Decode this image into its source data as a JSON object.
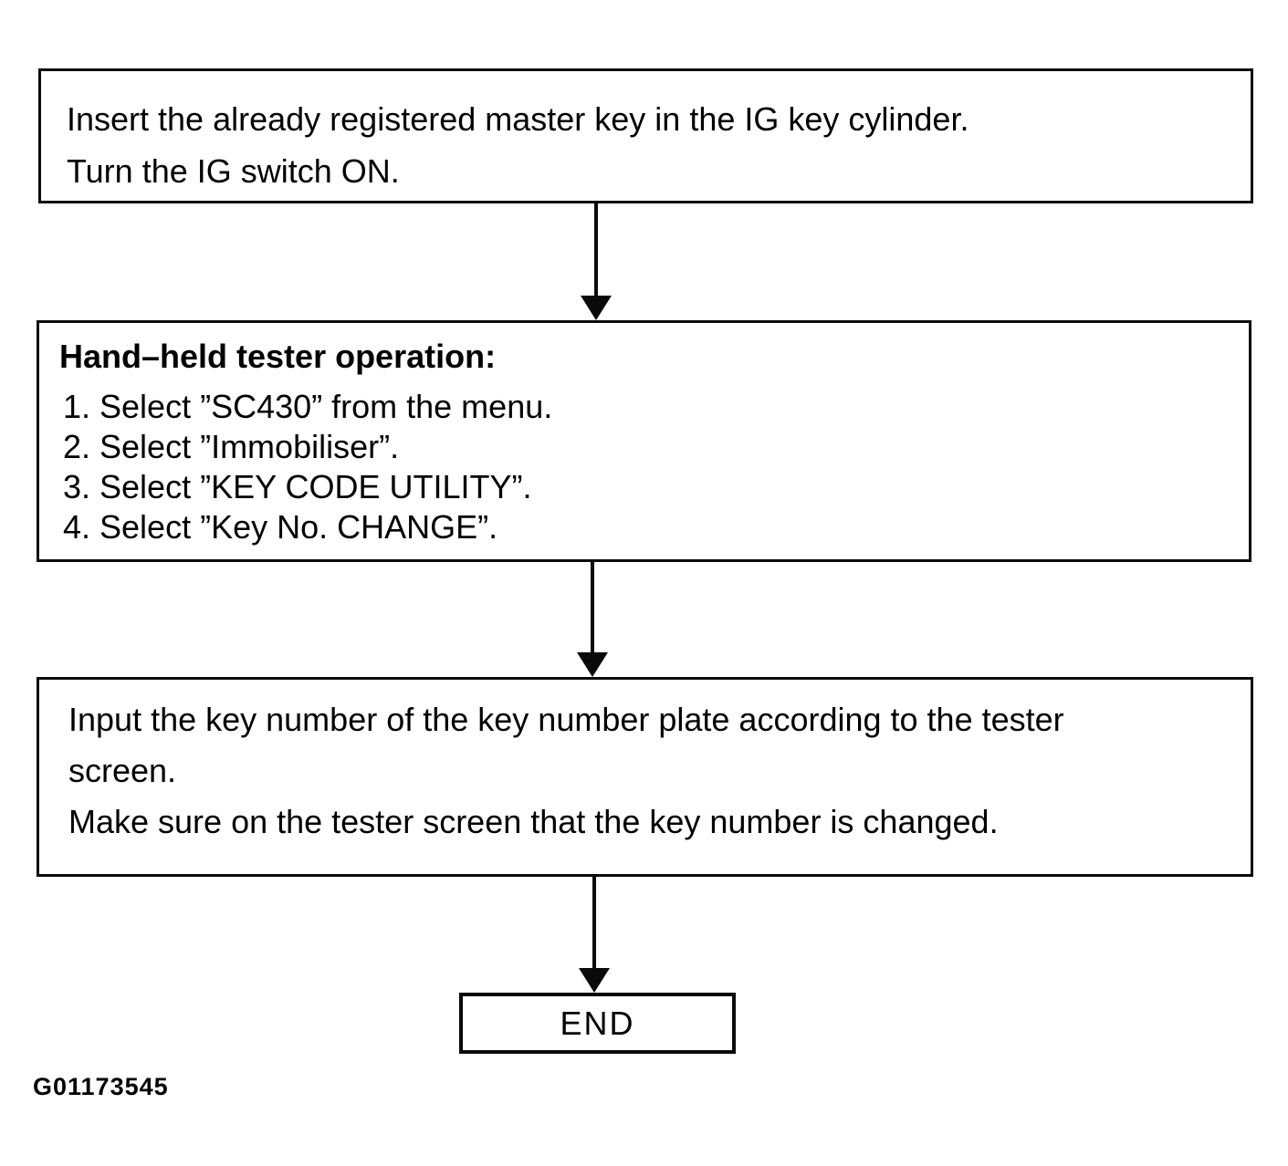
{
  "flow": {
    "step1": {
      "lines": [
        "Insert the already registered master key in the IG key cylinder.",
        "Turn the IG switch ON."
      ]
    },
    "step2": {
      "heading": "Hand–held tester operation:",
      "items": [
        "1. Select ”SC430” from the menu.",
        "2. Select ”Immobiliser”.",
        "3. Select ”KEY CODE UTILITY”.",
        "4. Select ”Key No. CHANGE”."
      ]
    },
    "step3": {
      "lines": [
        "Input the key number of the key number plate according to the tester",
        "screen.",
        "Make sure on the tester screen that the key number is changed."
      ]
    },
    "end": {
      "label": "END"
    },
    "figure_code": "G01173545"
  }
}
